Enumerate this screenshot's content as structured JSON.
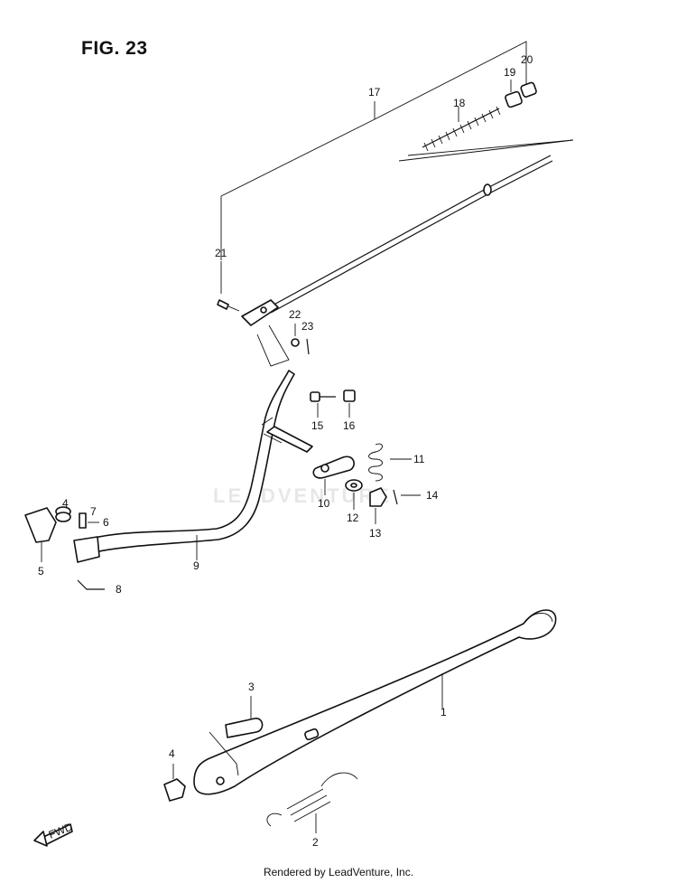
{
  "figure": {
    "title": "FIG. 23",
    "watermark": "LEADVENTURE",
    "footer": "Rendered by LeadVenture, Inc.",
    "fwd_badge": "FWD",
    "callouts": [
      "1",
      "2",
      "3",
      "4",
      "4",
      "5",
      "6",
      "7",
      "8",
      "9",
      "10",
      "11",
      "12",
      "13",
      "14",
      "15",
      "16",
      "17",
      "18",
      "19",
      "20",
      "21",
      "22",
      "23"
    ]
  },
  "colors": {
    "ink": "#111111",
    "background": "#ffffff"
  }
}
